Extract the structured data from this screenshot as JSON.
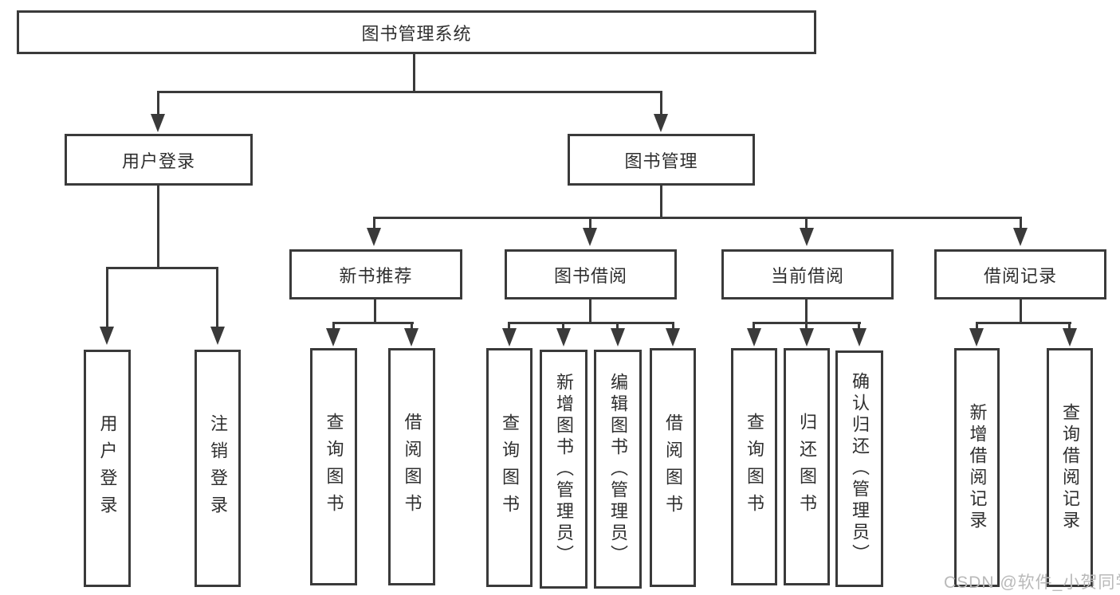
{
  "diagram_title": "图书管理系统",
  "tree": {
    "root": {
      "label": "图书管理系统",
      "children": [
        {
          "label": "用户登录",
          "children": [
            {
              "label": "用户登录"
            },
            {
              "label": "注销登录"
            }
          ]
        },
        {
          "label": "图书管理",
          "children": [
            {
              "label": "新书推荐",
              "children": [
                {
                  "label": "查询图书"
                },
                {
                  "label": "借阅图书"
                }
              ]
            },
            {
              "label": "图书借阅",
              "children": [
                {
                  "label": "查询图书"
                },
                {
                  "label": "新增图书（管理员）"
                },
                {
                  "label": "编辑图书（管理员）"
                },
                {
                  "label": "借阅图书"
                }
              ]
            },
            {
              "label": "当前借阅",
              "children": [
                {
                  "label": "查询图书"
                },
                {
                  "label": "归还图书"
                },
                {
                  "label": "确认归还（管理员）"
                }
              ]
            },
            {
              "label": "借阅记录",
              "children": [
                {
                  "label": "新增借阅记录"
                },
                {
                  "label": "查询借阅记录"
                }
              ]
            }
          ]
        }
      ]
    }
  },
  "watermark": "CSDN @软件_小贺同学",
  "colors": {
    "line": "#3a3a3a",
    "text": "#2f2f2f",
    "watermark": "#b9b9b9",
    "bg": "#ffffff"
  }
}
